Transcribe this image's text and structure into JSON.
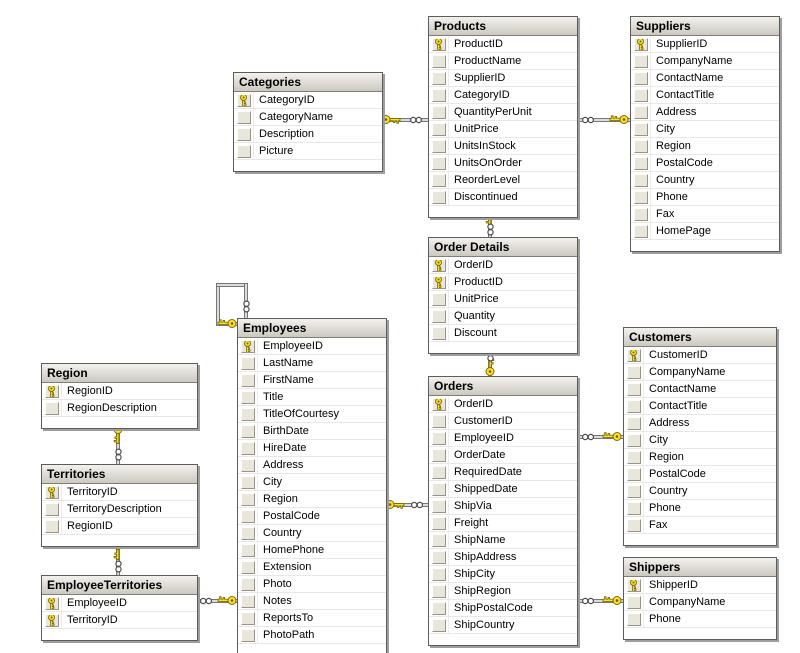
{
  "diagram": {
    "tables": [
      {
        "name": "Categories",
        "fields": [
          {
            "name": "CategoryID",
            "pk": true
          },
          {
            "name": "CategoryName",
            "pk": false
          },
          {
            "name": "Description",
            "pk": false
          },
          {
            "name": "Picture",
            "pk": false
          }
        ]
      },
      {
        "name": "Products",
        "fields": [
          {
            "name": "ProductID",
            "pk": true
          },
          {
            "name": "ProductName",
            "pk": false
          },
          {
            "name": "SupplierID",
            "pk": false
          },
          {
            "name": "CategoryID",
            "pk": false
          },
          {
            "name": "QuantityPerUnit",
            "pk": false
          },
          {
            "name": "UnitPrice",
            "pk": false
          },
          {
            "name": "UnitsInStock",
            "pk": false
          },
          {
            "name": "UnitsOnOrder",
            "pk": false
          },
          {
            "name": "ReorderLevel",
            "pk": false
          },
          {
            "name": "Discontinued",
            "pk": false
          }
        ]
      },
      {
        "name": "Suppliers",
        "fields": [
          {
            "name": "SupplierID",
            "pk": true
          },
          {
            "name": "CompanyName",
            "pk": false
          },
          {
            "name": "ContactName",
            "pk": false
          },
          {
            "name": "ContactTitle",
            "pk": false
          },
          {
            "name": "Address",
            "pk": false
          },
          {
            "name": "City",
            "pk": false
          },
          {
            "name": "Region",
            "pk": false
          },
          {
            "name": "PostalCode",
            "pk": false
          },
          {
            "name": "Country",
            "pk": false
          },
          {
            "name": "Phone",
            "pk": false
          },
          {
            "name": "Fax",
            "pk": false
          },
          {
            "name": "HomePage",
            "pk": false
          }
        ]
      },
      {
        "name": "Order Details",
        "fields": [
          {
            "name": "OrderID",
            "pk": true
          },
          {
            "name": "ProductID",
            "pk": true
          },
          {
            "name": "UnitPrice",
            "pk": false
          },
          {
            "name": "Quantity",
            "pk": false
          },
          {
            "name": "Discount",
            "pk": false
          }
        ]
      },
      {
        "name": "Orders",
        "fields": [
          {
            "name": "OrderID",
            "pk": true
          },
          {
            "name": "CustomerID",
            "pk": false
          },
          {
            "name": "EmployeeID",
            "pk": false
          },
          {
            "name": "OrderDate",
            "pk": false
          },
          {
            "name": "RequiredDate",
            "pk": false
          },
          {
            "name": "ShippedDate",
            "pk": false
          },
          {
            "name": "ShipVia",
            "pk": false
          },
          {
            "name": "Freight",
            "pk": false
          },
          {
            "name": "ShipName",
            "pk": false
          },
          {
            "name": "ShipAddress",
            "pk": false
          },
          {
            "name": "ShipCity",
            "pk": false
          },
          {
            "name": "ShipRegion",
            "pk": false
          },
          {
            "name": "ShipPostalCode",
            "pk": false
          },
          {
            "name": "ShipCountry",
            "pk": false
          }
        ]
      },
      {
        "name": "Customers",
        "fields": [
          {
            "name": "CustomerID",
            "pk": true
          },
          {
            "name": "CompanyName",
            "pk": false
          },
          {
            "name": "ContactName",
            "pk": false
          },
          {
            "name": "ContactTitle",
            "pk": false
          },
          {
            "name": "Address",
            "pk": false
          },
          {
            "name": "City",
            "pk": false
          },
          {
            "name": "Region",
            "pk": false
          },
          {
            "name": "PostalCode",
            "pk": false
          },
          {
            "name": "Country",
            "pk": false
          },
          {
            "name": "Phone",
            "pk": false
          },
          {
            "name": "Fax",
            "pk": false
          }
        ]
      },
      {
        "name": "Shippers",
        "fields": [
          {
            "name": "ShipperID",
            "pk": true
          },
          {
            "name": "CompanyName",
            "pk": false
          },
          {
            "name": "Phone",
            "pk": false
          }
        ]
      },
      {
        "name": "Employees",
        "fields": [
          {
            "name": "EmployeeID",
            "pk": true
          },
          {
            "name": "LastName",
            "pk": false
          },
          {
            "name": "FirstName",
            "pk": false
          },
          {
            "name": "Title",
            "pk": false
          },
          {
            "name": "TitleOfCourtesy",
            "pk": false
          },
          {
            "name": "BirthDate",
            "pk": false
          },
          {
            "name": "HireDate",
            "pk": false
          },
          {
            "name": "Address",
            "pk": false
          },
          {
            "name": "City",
            "pk": false
          },
          {
            "name": "Region",
            "pk": false
          },
          {
            "name": "PostalCode",
            "pk": false
          },
          {
            "name": "Country",
            "pk": false
          },
          {
            "name": "HomePhone",
            "pk": false
          },
          {
            "name": "Extension",
            "pk": false
          },
          {
            "name": "Photo",
            "pk": false
          },
          {
            "name": "Notes",
            "pk": false
          },
          {
            "name": "ReportsTo",
            "pk": false
          },
          {
            "name": "PhotoPath",
            "pk": false
          }
        ]
      },
      {
        "name": "Region",
        "fields": [
          {
            "name": "RegionID",
            "pk": true
          },
          {
            "name": "RegionDescription",
            "pk": false
          }
        ]
      },
      {
        "name": "Territories",
        "fields": [
          {
            "name": "TerritoryID",
            "pk": true
          },
          {
            "name": "TerritoryDescription",
            "pk": false
          },
          {
            "name": "RegionID",
            "pk": false
          }
        ]
      },
      {
        "name": "EmployeeTerritories",
        "fields": [
          {
            "name": "EmployeeID",
            "pk": true
          },
          {
            "name": "TerritoryID",
            "pk": true
          }
        ]
      }
    ],
    "relationships": [
      {
        "one": "Categories",
        "many": "Products"
      },
      {
        "one": "Suppliers",
        "many": "Products"
      },
      {
        "one": "Products",
        "many": "Order Details"
      },
      {
        "one": "Orders",
        "many": "Order Details"
      },
      {
        "one": "Employees",
        "many": "Orders"
      },
      {
        "one": "Customers",
        "many": "Orders"
      },
      {
        "one": "Shippers",
        "many": "Orders"
      },
      {
        "one": "Employees",
        "many": "EmployeeTerritories"
      },
      {
        "one": "Employees",
        "many": "Employees",
        "self": true
      },
      {
        "one": "Region",
        "many": "Territories"
      },
      {
        "one": "Territories",
        "many": "EmployeeTerritories"
      }
    ],
    "icons": {
      "primary_key": "gold-key-icon",
      "one_endpoint": "gold-key-icon",
      "many_endpoint": "infinity-double-circle-icon"
    },
    "colors": {
      "key_gold": "#ffdf29",
      "key_outline": "#7c6f00",
      "header_bg": "#d6d2c9",
      "table_border": "#5c5c5c",
      "line_fill": "#dcdcdc",
      "line_outline": "#767676",
      "background": "#ffffff"
    }
  }
}
